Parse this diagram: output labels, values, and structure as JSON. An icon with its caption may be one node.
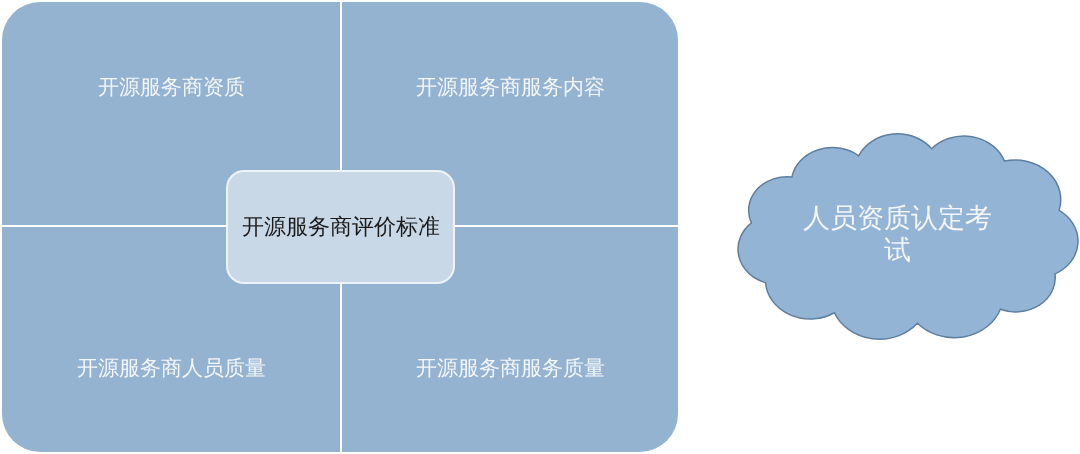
{
  "diagram": {
    "nodes": [
      {
        "text": [
          "开源服务商资质"
        ]
      },
      {
        "text": [
          "开源服务商服务内容"
        ]
      },
      {
        "text": [
          "开源服务商评价标准"
        ]
      },
      {
        "text": [
          "开源服务商人员质量"
        ]
      },
      {
        "text": [
          "开源服务商服务质量"
        ]
      },
      {
        "text": [
          "人员资质认定考试"
        ]
      }
    ]
  }
}
